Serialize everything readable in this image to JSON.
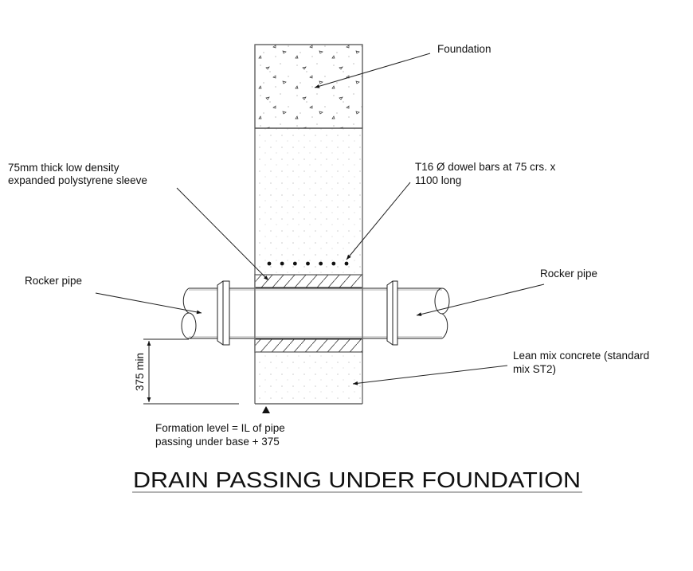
{
  "title": "DRAIN PASSING UNDER FOUNDATION",
  "labels": {
    "foundation": "Foundation",
    "sleeve_line1": "75mm thick low density",
    "sleeve_line2": "expanded polystyrene sleeve",
    "dowel_line1": "T16 Ø dowel bars at 75 crs. x",
    "dowel_line2": "1100 long",
    "rocker_pipe_left": "Rocker pipe",
    "rocker_pipe_right": "Rocker pipe",
    "lean_mix_line1": "Lean mix concrete (standard",
    "lean_mix_line2": "mix ST2)",
    "formation_line1": "Formation level = IL of pipe",
    "formation_line2": "passing under base + 375",
    "dimension": "375 min"
  },
  "dowel_bar_count": 7
}
